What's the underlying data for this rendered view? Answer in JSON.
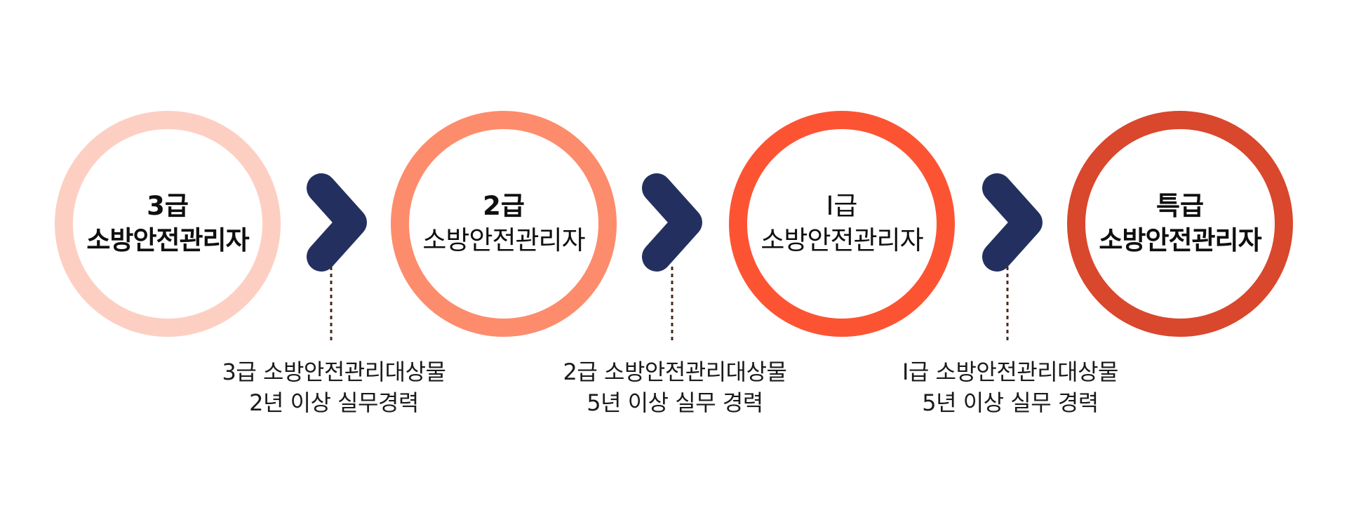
{
  "colors": {
    "grade3_ring": "#fdcfc3",
    "grade2_ring": "#fd8c6c",
    "grade1_ring": "#fc5433",
    "special_ring": "#d9472d",
    "chevron": "#23305f",
    "dotted_line": "#4a2a1c",
    "text": "#0f0f0f"
  },
  "stages": [
    {
      "grade": "3급",
      "title": "소방안전관리자"
    },
    {
      "grade": "2급",
      "title": "소방안전관리자"
    },
    {
      "grade": "I급",
      "title": "소방안전관리자"
    },
    {
      "grade": "특급",
      "title": "소방안전관리자"
    }
  ],
  "connectors": [
    {
      "icon": "chevron-right-icon",
      "line1": "3급 소방안전관리대상물",
      "line2": "2년 이상 실무경력"
    },
    {
      "icon": "chevron-right-icon",
      "line1": "2급 소방안전관리대상물",
      "line2": "5년 이상 실무 경력"
    },
    {
      "icon": "chevron-right-icon",
      "line1": "I급 소방안전관리대상물",
      "line2": "5년 이상 실무 경력"
    }
  ]
}
